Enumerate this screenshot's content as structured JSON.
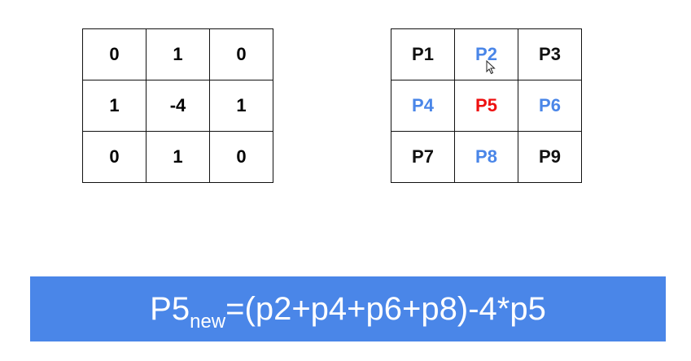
{
  "kernel": {
    "rows": [
      [
        "0",
        "1",
        "0"
      ],
      [
        "1",
        "-4",
        "1"
      ],
      [
        "0",
        "1",
        "0"
      ]
    ]
  },
  "pixels": {
    "rows": [
      [
        "P1",
        "P2",
        "P3"
      ],
      [
        "P4",
        "P5",
        "P6"
      ],
      [
        "P7",
        "P8",
        "P9"
      ]
    ]
  },
  "formula": {
    "lhs": "P5",
    "lhs_subscript": "new",
    "rhs": "=(p2+p4+p6+p8)-4*p5"
  },
  "colors": {
    "neighbor": "#4a86e8",
    "center": "#ee1111",
    "corner": "#111111",
    "banner": "#4a86e8",
    "banner_text": "#ffffff"
  }
}
